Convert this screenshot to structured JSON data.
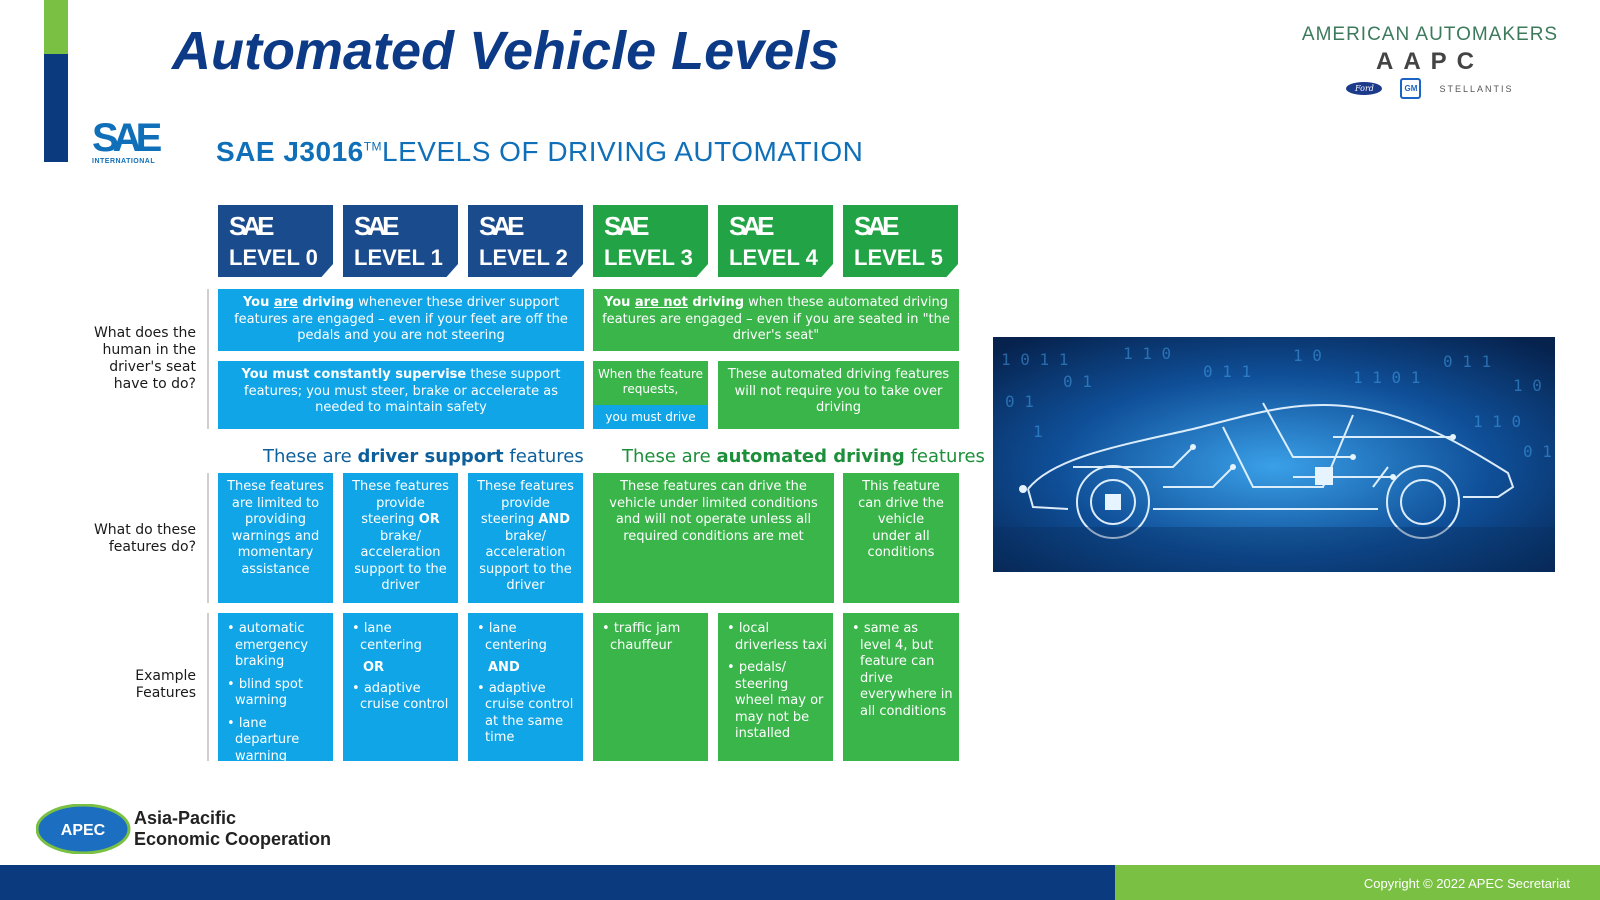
{
  "title": "Automated Vehicle Levels",
  "aapc_logo": {
    "line1": "AMERICAN AUTOMAKERS",
    "line2": "AAPC",
    "brand_ford": "Ford",
    "brand_gm": "GM",
    "brand_stellantis": "STELLANTIS"
  },
  "sae": {
    "logo_mark": "SAE",
    "logo_sub": "INTERNATIONAL",
    "heading_bold": "SAE J3016",
    "heading_tm": "TM",
    "heading_rest": "LEVELS OF DRIVING AUTOMATION"
  },
  "levels": [
    {
      "mark": "SAE",
      "name": "LEVEL 0"
    },
    {
      "mark": "SAE",
      "name": "LEVEL 1"
    },
    {
      "mark": "SAE",
      "name": "LEVEL 2"
    },
    {
      "mark": "SAE",
      "name": "LEVEL 3"
    },
    {
      "mark": "SAE",
      "name": "LEVEL 4"
    },
    {
      "mark": "SAE",
      "name": "LEVEL 5"
    }
  ],
  "row_labels": {
    "human": "What does the human in the driver's seat have to do?",
    "features": "What do these features do?",
    "examples": "Example Features"
  },
  "human_row": {
    "support_driving": {
      "you": "You ",
      "are": "are",
      "driving": " driving",
      "rest": " whenever these driver support features are engaged – even if your feet are off the pedals and you are not steering"
    },
    "automated_driving": {
      "you": "You ",
      "are_not": "are not",
      "driving": " driving",
      "rest": " when these automated driving features are engaged – even if you are seated in \"the driver's seat\""
    },
    "supervise": {
      "bold": "You must constantly supervise",
      "rest": " these support features; you must steer, brake or accelerate as needed to maintain safety"
    },
    "level3_request": "When the feature requests,",
    "level3_drive": "you must drive",
    "level45_text": "These automated driving features will not require you to take over driving"
  },
  "section_labels": {
    "support_pre": "These are ",
    "support_bold": "driver support",
    "support_post": " features",
    "auto_pre": "These are ",
    "auto_bold": "automated driving",
    "auto_post": " features"
  },
  "features_row": {
    "level0": "These features are limited to providing warnings and momentary assistance",
    "level1_pre": "These features provide steering ",
    "level1_bold": "OR",
    "level1_post": " brake/ acceleration support to the driver",
    "level2_pre": "These features provide steering ",
    "level2_bold": "AND",
    "level2_post": " brake/ acceleration support to the driver",
    "level34": "These features can drive the vehicle under limited conditions and will not operate unless all required conditions are met",
    "level5": "This feature can drive the vehicle under all conditions"
  },
  "examples_row": {
    "level0": [
      "automatic emergency braking",
      "blind spot warning",
      "lane departure warning"
    ],
    "level1": [
      "lane centering",
      "OR",
      "adaptive cruise control"
    ],
    "level2": [
      "lane centering",
      "AND",
      "adaptive cruise control at the same time"
    ],
    "level3": [
      "traffic jam chauffeur"
    ],
    "level4": [
      "local driverless taxi",
      "pedals/ steering wheel may or may not be installed"
    ],
    "level5": [
      "same as level 4, but feature can drive everywhere in all conditions"
    ]
  },
  "apec": {
    "badge": "APEC",
    "line1": "Asia-Pacific",
    "line2": "Economic Cooperation"
  },
  "copyright": "Copyright © 2022 APEC Secretariat",
  "colors": {
    "navy": "#0b3a7e",
    "accent_green": "#7ac143",
    "blue_cell": "#10a5e6",
    "green_cell": "#3ab54a"
  }
}
